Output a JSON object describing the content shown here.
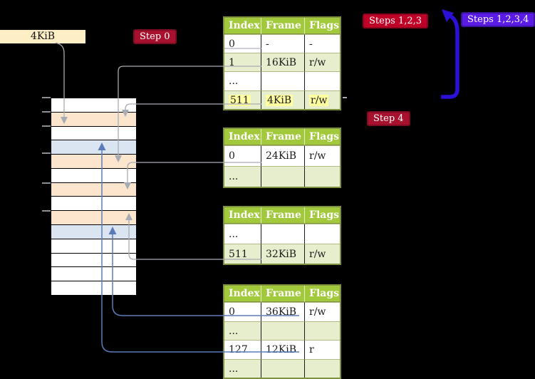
{
  "labels": {
    "page_size": "4KiB"
  },
  "badges": {
    "step0": "Step 0",
    "steps123": "Steps 1,2,3",
    "steps1234": "Steps 1,2,3,4",
    "step4": "Step 4"
  },
  "tables": [
    {
      "name": "page-table-level-top",
      "headers": [
        "Index",
        "Frame",
        "Flags"
      ],
      "rows": [
        {
          "cells": [
            "0",
            "-",
            "-"
          ]
        },
        {
          "cells": [
            "1",
            "16KiB",
            "r/w"
          ]
        },
        {
          "cells": [
            "...",
            "",
            ""
          ]
        },
        {
          "cells": [
            "511",
            "4KiB",
            "r/w"
          ],
          "highlighted": true
        }
      ]
    },
    {
      "name": "page-table-second",
      "headers": [
        "Index",
        "Frame",
        "Flags"
      ],
      "rows": [
        {
          "cells": [
            "0",
            "24KiB",
            "r/w"
          ]
        },
        {
          "cells": [
            "...",
            "",
            ""
          ]
        }
      ]
    },
    {
      "name": "page-table-third",
      "headers": [
        "Index",
        "Frame",
        "Flags"
      ],
      "rows": [
        {
          "cells": [
            "...",
            "",
            ""
          ]
        },
        {
          "cells": [
            "511",
            "32KiB",
            "r/w"
          ]
        }
      ]
    },
    {
      "name": "page-table-fourth",
      "headers": [
        "Index",
        "Frame",
        "Flags"
      ],
      "rows": [
        {
          "cells": [
            "0",
            "36KiB",
            "r/w"
          ]
        },
        {
          "cells": [
            "...",
            "",
            ""
          ]
        },
        {
          "cells": [
            "127",
            "12KiB",
            "r"
          ]
        },
        {
          "cells": [
            "...",
            "",
            ""
          ]
        }
      ]
    }
  ],
  "memory": {
    "rows": [
      "white",
      "peach",
      "white",
      "blue",
      "peach",
      "white",
      "peach",
      "white",
      "peach",
      "blue",
      "white",
      "white",
      "white",
      "white"
    ]
  },
  "colors": {
    "background": "#000000",
    "table_header_green": "#a2c83c",
    "table_row_green": "#e7eecd",
    "table_border_olive": "#7d9140",
    "highlight_yellow": "#ffffa0",
    "memory_peach": "#fce5cd",
    "memory_blue": "#dbe5f2",
    "label_cream": "#fdeec6",
    "connector_gray": "#a7abb3",
    "connector_blue": "#5b7cb8",
    "arrow_indigo": "#2b10d5",
    "badge_dark_red": "#a8112e",
    "badge_crimson": "#c00127",
    "badge_violet": "#5a1be4"
  }
}
